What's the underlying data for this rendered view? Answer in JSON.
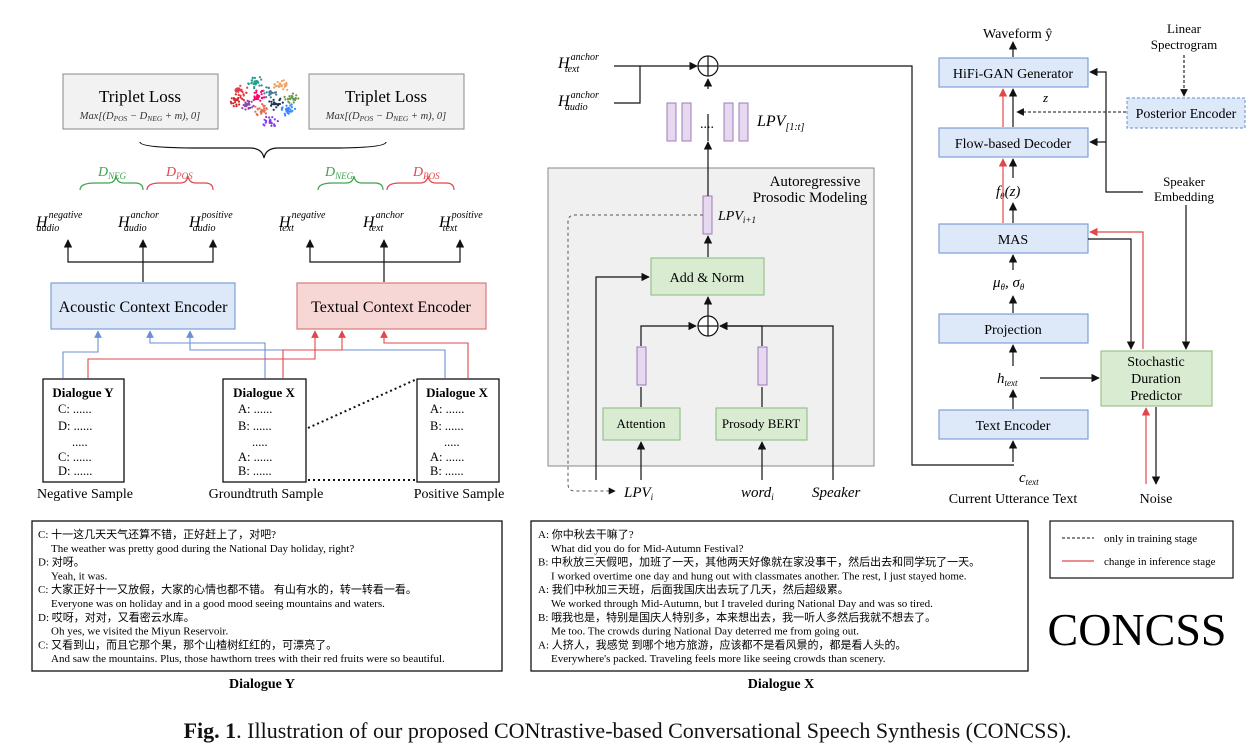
{
  "left": {
    "triplet_loss_title": "Triplet Loss",
    "triplet_loss_formula": "Max[(D",
    "formula_pos": "POS",
    "formula_minus": " − D",
    "formula_neg": "NEG",
    "formula_end": " + m), 0]",
    "d_neg": "D",
    "d_neg_sub": "NEG",
    "d_pos": "D",
    "d_pos_sub": "POS",
    "h": "H",
    "sup_negative": "negative",
    "sup_anchor": "anchor",
    "sup_positive": "positive",
    "sub_audio": "audio",
    "sub_text": "text",
    "acoustic_encoder": "Acoustic Context Encoder",
    "textual_encoder": "Textual Context Encoder",
    "dialogue_y_title": "Dialogue Y",
    "dialogue_y_lines": [
      "C: ......",
      "D: ......",
      ".....",
      "C: ......",
      "D: ......"
    ],
    "dialogue_x_title": "Dialogue X",
    "dialogue_x_lines": [
      "A: ......",
      "B: ......",
      ".....",
      "A: ......",
      "B: ......"
    ],
    "dialogue_x2_title": "Dialogue X",
    "dialogue_x2_lines": [
      "A: ......",
      "B: ......",
      ".....",
      "A: ......",
      "B: ......"
    ],
    "negative_sample": "Negative Sample",
    "groundtruth_sample": "Groundtruth Sample",
    "positive_sample": "Positive Sample"
  },
  "middle": {
    "h_anchor_text": "H",
    "h_anchor_sup": "anchor",
    "h_text_sub": "text",
    "h_audio_sub": "audio",
    "lpv_dots": "....",
    "lpv_seq": "LPV",
    "lpv_seq_sub": "[1:t]",
    "ar_title_1": "Autoregressive",
    "ar_title_2": "Prosodic Modeling",
    "lpv_next": "LPV",
    "lpv_next_sub": "i+1",
    "add_norm": "Add & Norm",
    "attention": "Attention",
    "prosody_bert": "Prosody BERT",
    "lpv_i": "LPV",
    "lpv_i_sub": "i",
    "word_i": "word",
    "word_i_sub": "i",
    "speaker": "Speaker"
  },
  "right": {
    "waveform": "Waveform ŷ",
    "linear_spec_1": "Linear",
    "linear_spec_2": "Spectrogram",
    "hifigan": "HiFi-GAN Generator",
    "z": "z",
    "posterior_encoder": "Posterior Encoder",
    "flow_decoder": "Flow-based Decoder",
    "speaker_embedding_1": "Speaker",
    "speaker_embedding_2": "Embedding",
    "f_theta": "f",
    "f_theta_sub": "θ",
    "f_theta_arg": "(z)",
    "mas": "MAS",
    "mu_sigma": "μ",
    "mu_sub": "θ",
    "sigma": ", σ",
    "sigma_sub": "θ",
    "projection": "Projection",
    "h_text": "h",
    "h_text_sub": "text",
    "sdp_1": "Stochastic",
    "sdp_2": "Duration",
    "sdp_3": "Predictor",
    "text_encoder": "Text Encoder",
    "c_text": "c",
    "c_text_sub": "text",
    "current_utterance": "Current Utterance Text",
    "noise": "Noise"
  },
  "legend": {
    "training": "only in training stage",
    "inference": "change in inference stage"
  },
  "dialogue_y_box": {
    "caption": "Dialogue Y",
    "lines": [
      {
        "speaker": "C:",
        "cn": "十一这几天天气还算不错，正好赶上了，对吧?",
        "en": "The weather was pretty good during the National Day holiday, right?"
      },
      {
        "speaker": "D:",
        "cn": "对呀。",
        "en": "Yeah, it was."
      },
      {
        "speaker": "C:",
        "cn": "大家正好十一又放假，大家的心情也都不错。 有山有水的，转一转看一看。",
        "en": "Everyone was on holiday and in a good mood seeing mountains and waters."
      },
      {
        "speaker": "D:",
        "cn": "哎呀，对对，又看密云水库。",
        "en": "Oh yes, we visited the Miyun Reservoir."
      },
      {
        "speaker": "C:",
        "cn": "又看到山，而且它那个果，那个山楂树红红的，可漂亮了。",
        "en": "And saw the mountains. Plus, those hawthorn trees with their red fruits were so beautiful."
      }
    ]
  },
  "dialogue_x_box": {
    "caption": "Dialogue X",
    "lines": [
      {
        "speaker": "A:",
        "cn": "你中秋去干嘛了?",
        "en": "What did you do for Mid-Autumn Festival?"
      },
      {
        "speaker": "B:",
        "cn": "中秋放三天假吧，加班了一天，其他两天好像就在家没事干，然后出去和同学玩了一天。",
        "en": "I worked overtime one day and hung out with classmates another. The rest, I just stayed home."
      },
      {
        "speaker": "A:",
        "cn": "我们中秋加三天班，后面我国庆出去玩了几天，然后超级累。",
        "en": "We worked through Mid-Autumn, but I traveled during National Day and was so tired."
      },
      {
        "speaker": "B:",
        "cn": "哦我也是，特别是国庆人特别多，本来想出去，我一听人多然后我就不想去了。",
        "en": "Me too. The crowds during National Day deterred me from going out."
      },
      {
        "speaker": "A:",
        "cn": "人挤人，我感觉 到哪个地方旅游，应该都不是看风景的，都是看人头的。",
        "en": "Everywhere's packed. Traveling feels more like seeing crowds than scenery."
      }
    ]
  },
  "concss_logo": "CONCSS",
  "caption": {
    "bold": "Fig. 1",
    "rest": ". Illustration of our proposed CONtrastive-based Conversational Speech Synthesis (CONCSS)."
  }
}
